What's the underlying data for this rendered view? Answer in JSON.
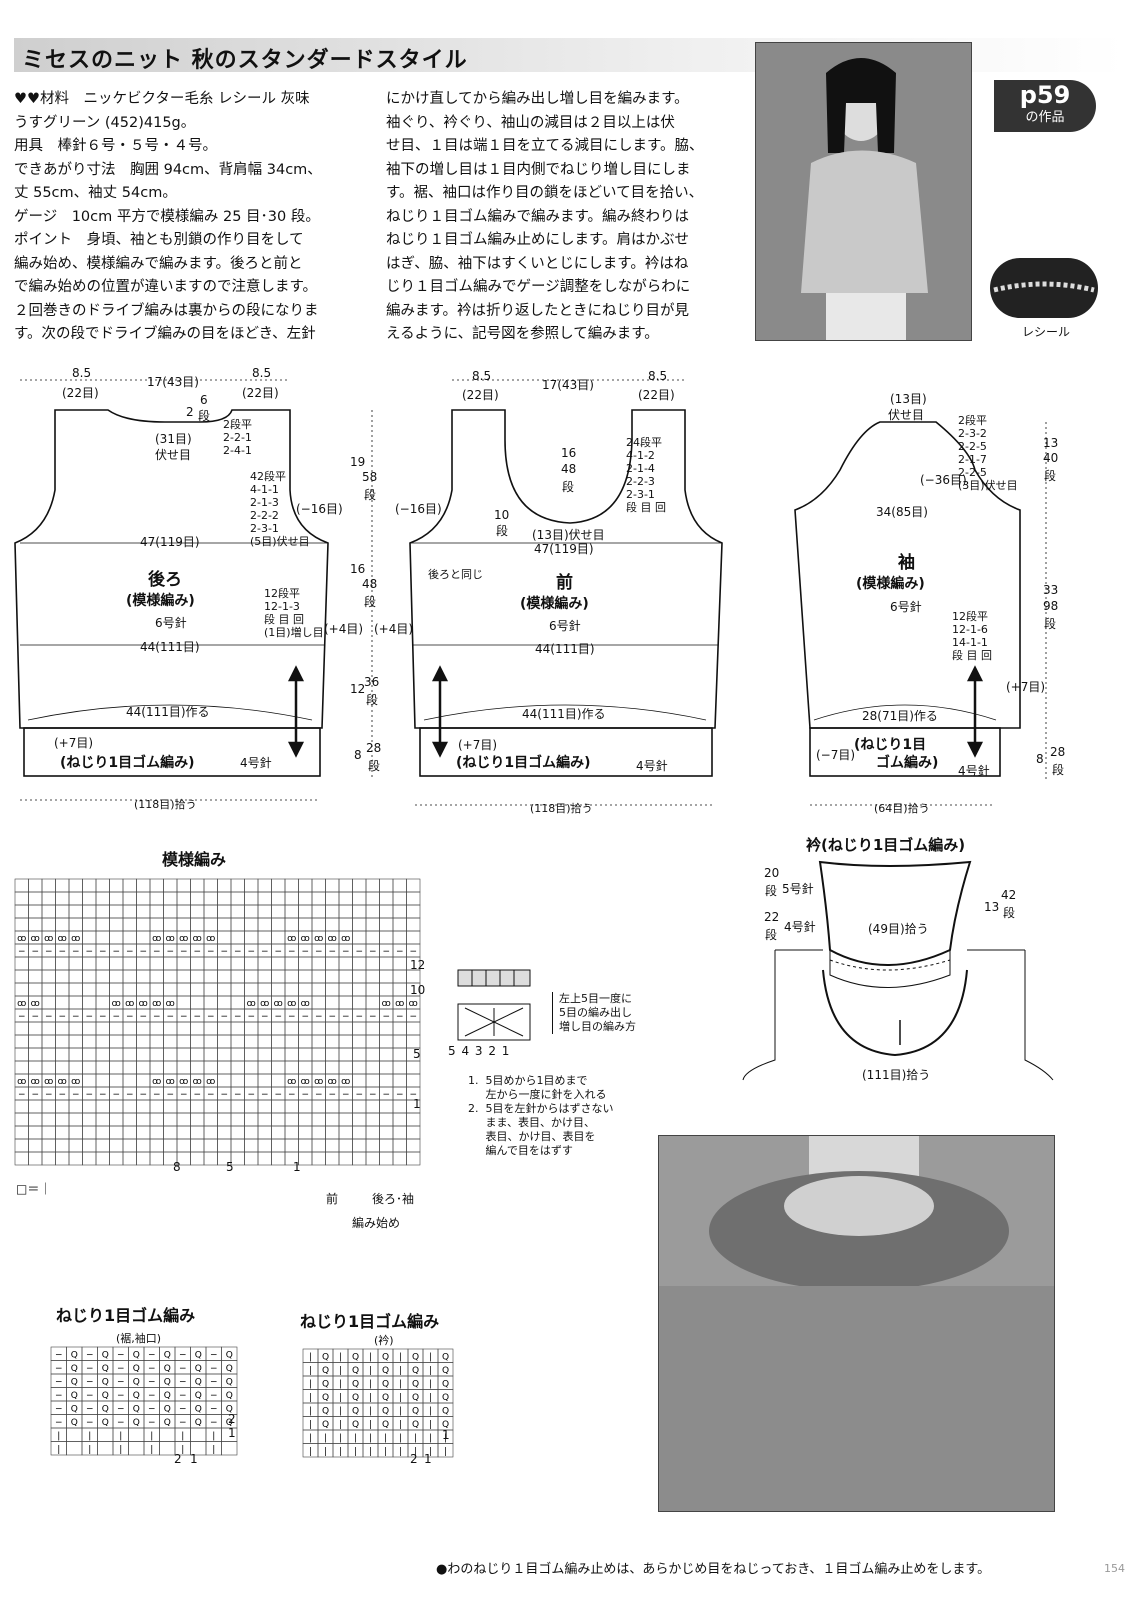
{
  "header": {
    "title": "ミセスのニット 秋のスタンダードスタイル"
  },
  "badge": {
    "page": "p59",
    "sub": "の作品"
  },
  "yarn_label": "レシール",
  "left_column": [
    "♥♥材料　ニッケビクター毛糸 レシール 灰味",
    "うすグリーン (452)415g。",
    "用具　棒針６号・５号・４号。",
    "できあがり寸法　胸囲 94cm、背肩幅 34cm、",
    "丈 55cm、袖丈 54cm。",
    "ゲージ　10cm 平方で模様編み 25 目･30 段。",
    "ポイント　身頃、袖とも別鎖の作り目をして",
    "編み始め、模様編みで編みます。後ろと前と",
    "で編み始めの位置が違いますので注意します。",
    "２回巻きのドライブ編みは裏からの段になりま",
    "す。次の段でドライブ編みの目をほどき、左針"
  ],
  "right_column": [
    "にかけ直してから編み出し増し目を編みます。",
    "袖ぐり、衿ぐり、袖山の減目は２目以上は伏",
    "せ目、１目は端１目を立てる減目にします。脇、",
    "袖下の増し目は１目内側でねじり増し目にしま",
    "す。裾、袖口は作り目の鎖をほどいて目を拾い、",
    "ねじり１目ゴム編みで編みます。編み終わりは",
    "ねじり１目ゴム編み止めにします。肩はかぶせ",
    "はぎ、脇、袖下はすくいとじにします。衿はね",
    "じり１目ゴム編みでゲージ調整をしながらわに",
    "編みます。衿は折り返したときにねじり目が見",
    "えるように、記号図を参照して編みます。"
  ],
  "back": {
    "title": "後ろ",
    "pattern": "(模様編み)",
    "needle": "6号針",
    "shoulder_l": "8.5",
    "shoulder_l_st": "(22目)",
    "neck": "17(43目)",
    "shoulder_r": "8.5",
    "shoulder_r_st": "(22目)",
    "neck_dec": "2",
    "neck_rows": "6",
    "neck_rows_u": "段",
    "bind": "(31目)",
    "bind2": "伏せ目",
    "neck_rule": [
      "2段平",
      "2-2-1",
      "2-4-1"
    ],
    "arm_rule": [
      "42段平",
      "4-1-1",
      "2-1-3",
      "2-2-2",
      "2-3-1",
      "(5目)伏せ目"
    ],
    "arm_dec": "(−16目)",
    "chest": "47(119目)",
    "waist": "44(111目)",
    "side_rule": [
      "12段平",
      "12-1-3",
      "段 目 回",
      "(1目)増し目"
    ],
    "cast": "44(111目)作る",
    "inc": "(+7目)",
    "rib": "(ねじり1目ゴム編み)",
    "rib_needle": "4号針",
    "pick": "(118目)拾う"
  },
  "middle_dims": {
    "armhole": "19",
    "armhole_rows": "58",
    "d1": "段",
    "body": "16",
    "body_rows": "48",
    "d2": "段",
    "lower": "12",
    "lower_rows": "36",
    "d3": "段",
    "rib": "8",
    "rib_rows": "28",
    "d4": "段",
    "plus4a": "(+4目)",
    "plus4b": "(+4目)"
  },
  "front": {
    "title": "前",
    "pattern": "(模様編み)",
    "needle": "6号針",
    "shoulder_l": "8.5",
    "shoulder_l_st": "(22目)",
    "neck": "17(43目)",
    "shoulder_r": "8.5",
    "shoulder_r_st": "(22目)",
    "neck_depth": "16",
    "neck_depth_rows": "48",
    "neck_depth_u": "段",
    "neck_rule": [
      "24段平",
      "4-1-2",
      "2-1-4",
      "2-2-3",
      "2-3-1",
      "段 目 回"
    ],
    "arm_dec": "(−16目)",
    "arm_rows": "10",
    "arm_rows_u": "段",
    "bind": "(13目)伏せ目",
    "chest": "47(119目)",
    "same": "後ろと同じ",
    "waist": "44(111目)",
    "cast": "44(111目)作る",
    "inc": "(+7目)",
    "rib": "(ねじり1目ゴム編み)",
    "rib_needle": "4号針",
    "pick": "(118目)拾う"
  },
  "sleeve": {
    "title": "袖",
    "pattern": "(模様編み)",
    "needle": "6号針",
    "top": "(13目)",
    "top2": "伏せ目",
    "cap_rule": [
      "2段平",
      "2-3-2",
      "2-2-5",
      "2-1-7",
      "2-2-5",
      "(3目)伏せ目"
    ],
    "cap_dec": "(−36目)",
    "cap_h": "13",
    "cap_rows": "40",
    "cap_u": "段",
    "width": "34(85目)",
    "side_rule": [
      "12段平",
      "12-1-6",
      "14-1-1",
      "段 目 回"
    ],
    "len": "33",
    "len_rows": "98",
    "len_u": "段",
    "plus": "(+7目)",
    "cast": "28(71目)作る",
    "inc": "(−7目)",
    "rib1": "(ねじり1目",
    "rib2": "ゴム編み)",
    "rib_needle": "4号針",
    "rib_h": "8",
    "rib_rows": "28",
    "rib_u": "段",
    "pick": "(64目)拾う"
  },
  "collar": {
    "title": "衿(ねじり1目ゴム編み)",
    "r1": "20",
    "r1u": "段",
    "n1": "5号針",
    "r2": "22",
    "r2u": "段",
    "n2": "4号針",
    "h": "13",
    "h_rows": "42",
    "h_u": "段",
    "st": "(49目)拾う",
    "pick": "(111目)拾う"
  },
  "pattern_chart": {
    "title": "模様編み",
    "row_nums": [
      "12",
      "10",
      "5",
      "1"
    ],
    "col_nums": [
      "8",
      "5",
      "1"
    ],
    "legend": "□＝｜",
    "front": "前",
    "back": "後ろ･袖",
    "start": "編み始め"
  },
  "symbol": {
    "nums": "5 4 3 2 1",
    "desc": [
      "左上5目一度に",
      "5目の編み出し",
      "増し目の編み方"
    ],
    "steps": [
      "1.  5目めから1目めまで",
      "     左から一度に針を入れる",
      "2.  5目を左針からはずさない",
      "     まま、表目、かけ目、",
      "     表目、かけ目、表目を",
      "     編んで目をはずす"
    ]
  },
  "rib_chart_1": {
    "title": "ねじり1目ゴム編み",
    "sub": "(裾,袖口)",
    "rows": [
      "2",
      "1"
    ],
    "cols": [
      "2",
      "1"
    ]
  },
  "rib_chart_2": {
    "title": "ねじり1目ゴム編み",
    "sub": "(衿)",
    "rows": [
      "1"
    ],
    "cols": [
      "2",
      "1"
    ]
  },
  "footer": {
    "note": "●わのねじり１目ゴム編み止めは、あらかじめ目をねじっておき、１目ゴム編み止めをします。",
    "page": "154"
  }
}
